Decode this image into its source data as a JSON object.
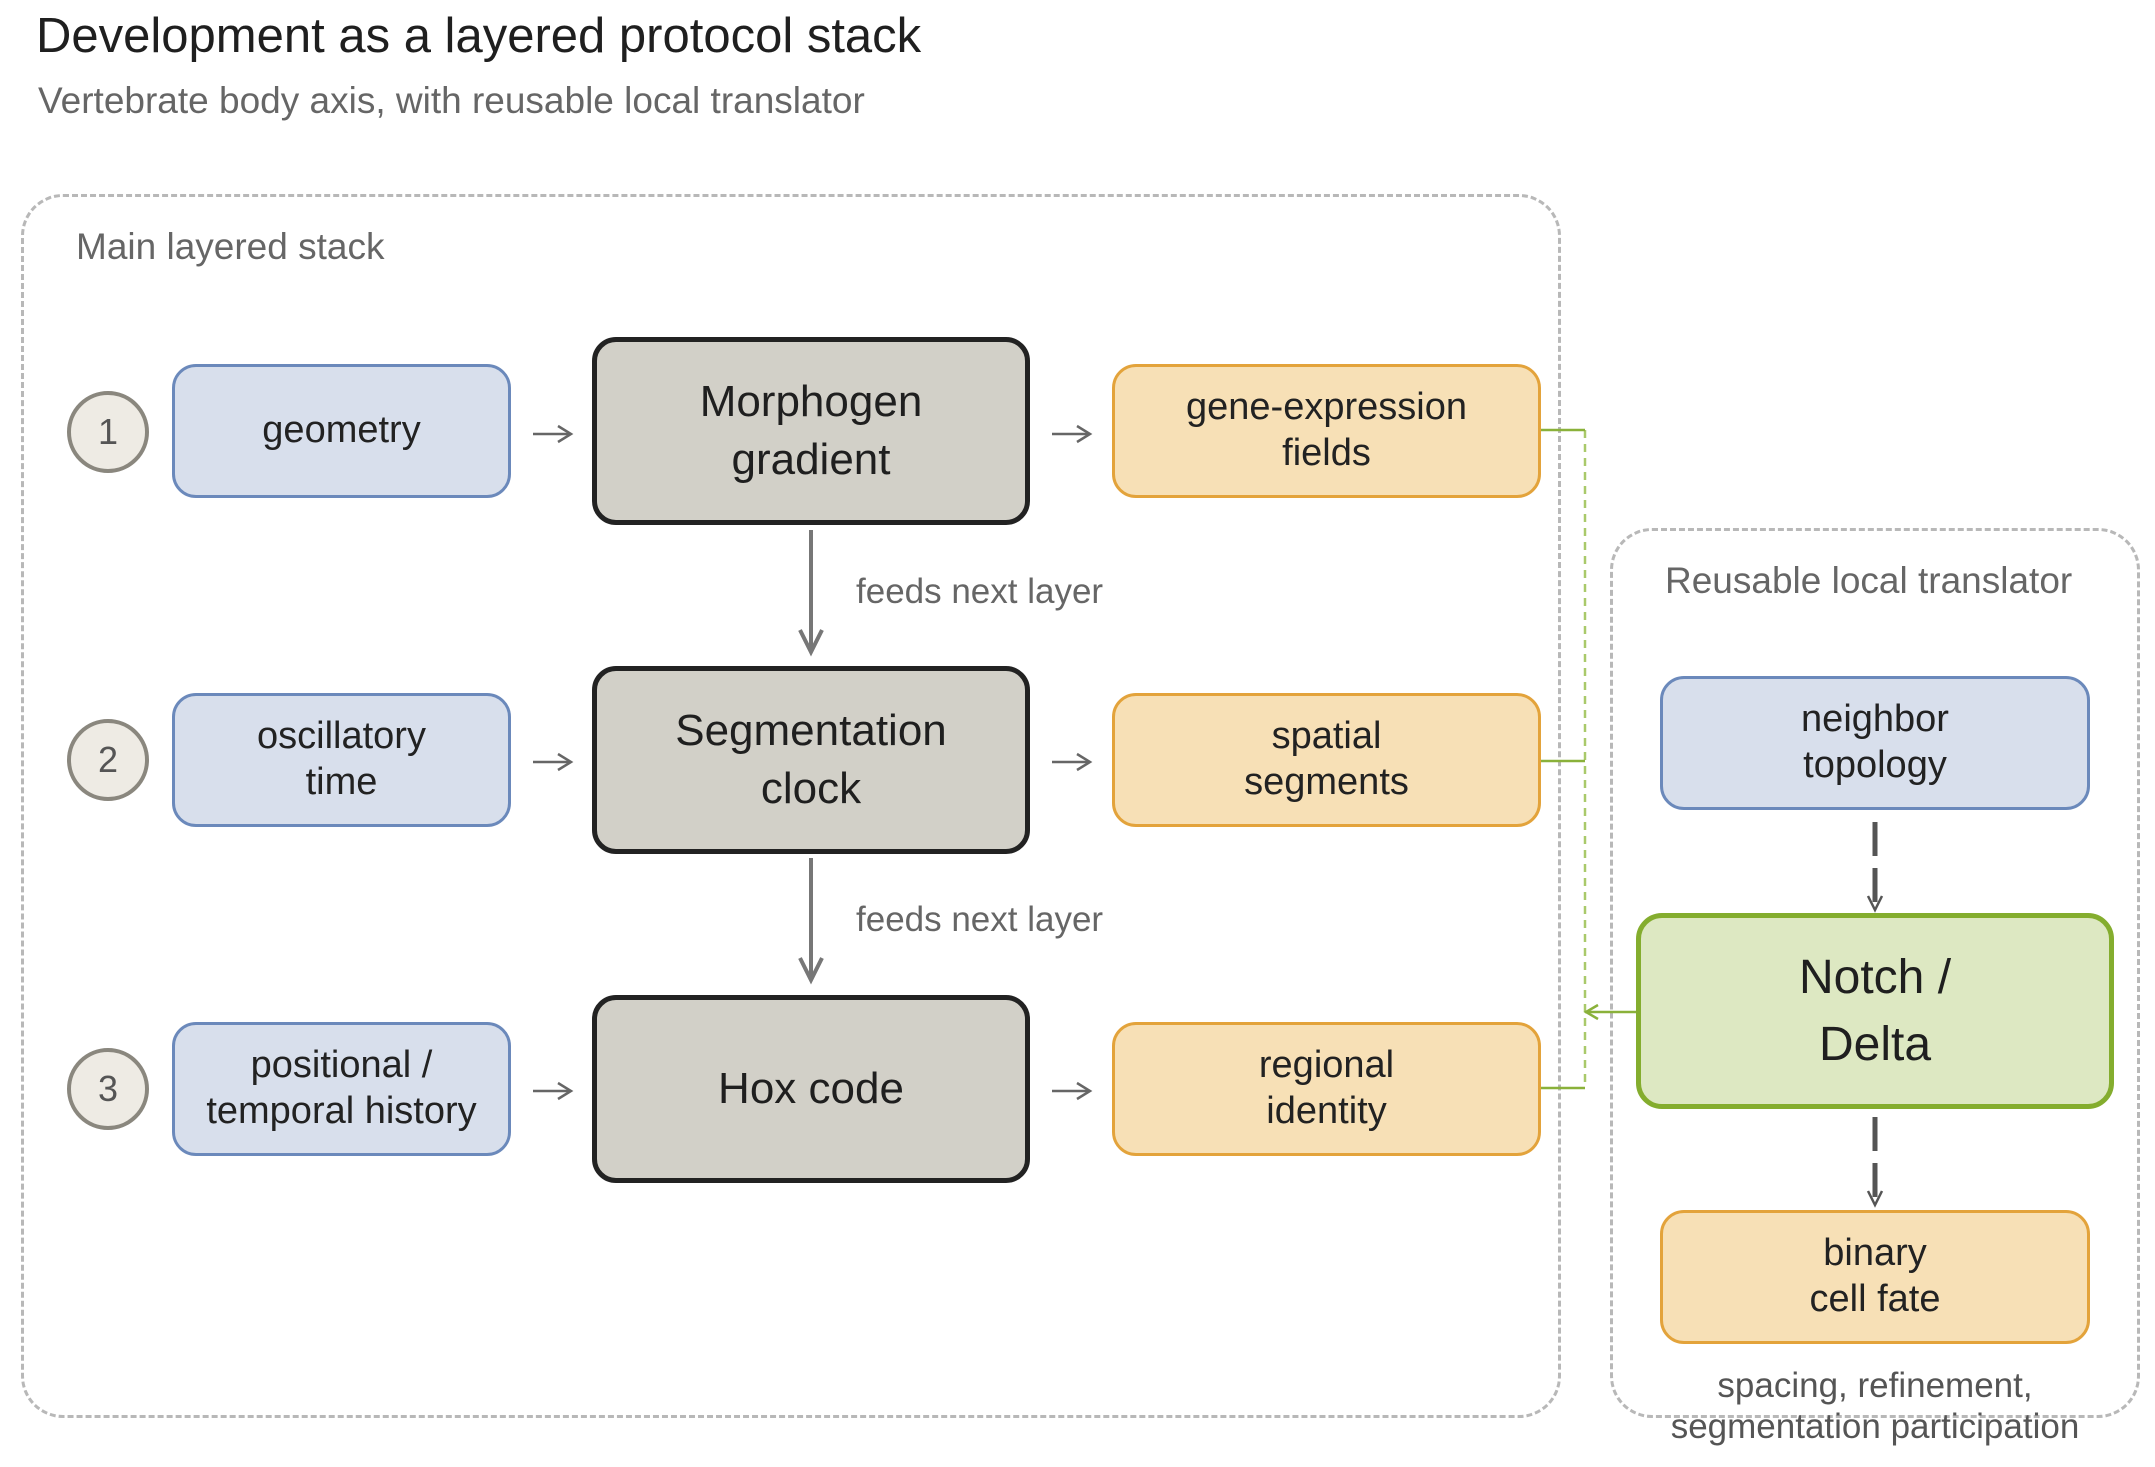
{
  "header": {
    "title": "Development as a layered protocol stack",
    "subtitle": "Vertebrate body axis, with reusable local translator"
  },
  "main_group": {
    "label": "Main layered stack",
    "layers": [
      {
        "number": "1",
        "input": "geometry",
        "core": "Morphogen\ngradient",
        "output": "gene-expression\nfields"
      },
      {
        "number": "2",
        "input": "oscillatory\ntime",
        "core": "Segmentation\nclock",
        "output": "spatial\nsegments"
      },
      {
        "number": "3",
        "input": "positional /\ntemporal history",
        "core": "Hox code",
        "output": "regional\nidentity"
      }
    ],
    "feed_labels": [
      "feeds next layer",
      "feeds next layer"
    ]
  },
  "translator_group": {
    "label": "Reusable local translator",
    "input": "neighbor\ntopology",
    "core": "Notch /\nDelta",
    "output": "binary\ncell fate",
    "note": "spacing, refinement,\nsegmentation participation"
  },
  "colors": {
    "input_fill": "#d8dfec",
    "input_border": "#6b89bb",
    "output_fill": "#f7e0b6",
    "output_border": "#e3a33b",
    "core_fill": "#d2d0c8",
    "core_border": "#222222",
    "notch_fill": "#dde8c2",
    "notch_border": "#84ad2e",
    "connector_green": "#8ab13a",
    "arrow_gray": "#666666"
  }
}
